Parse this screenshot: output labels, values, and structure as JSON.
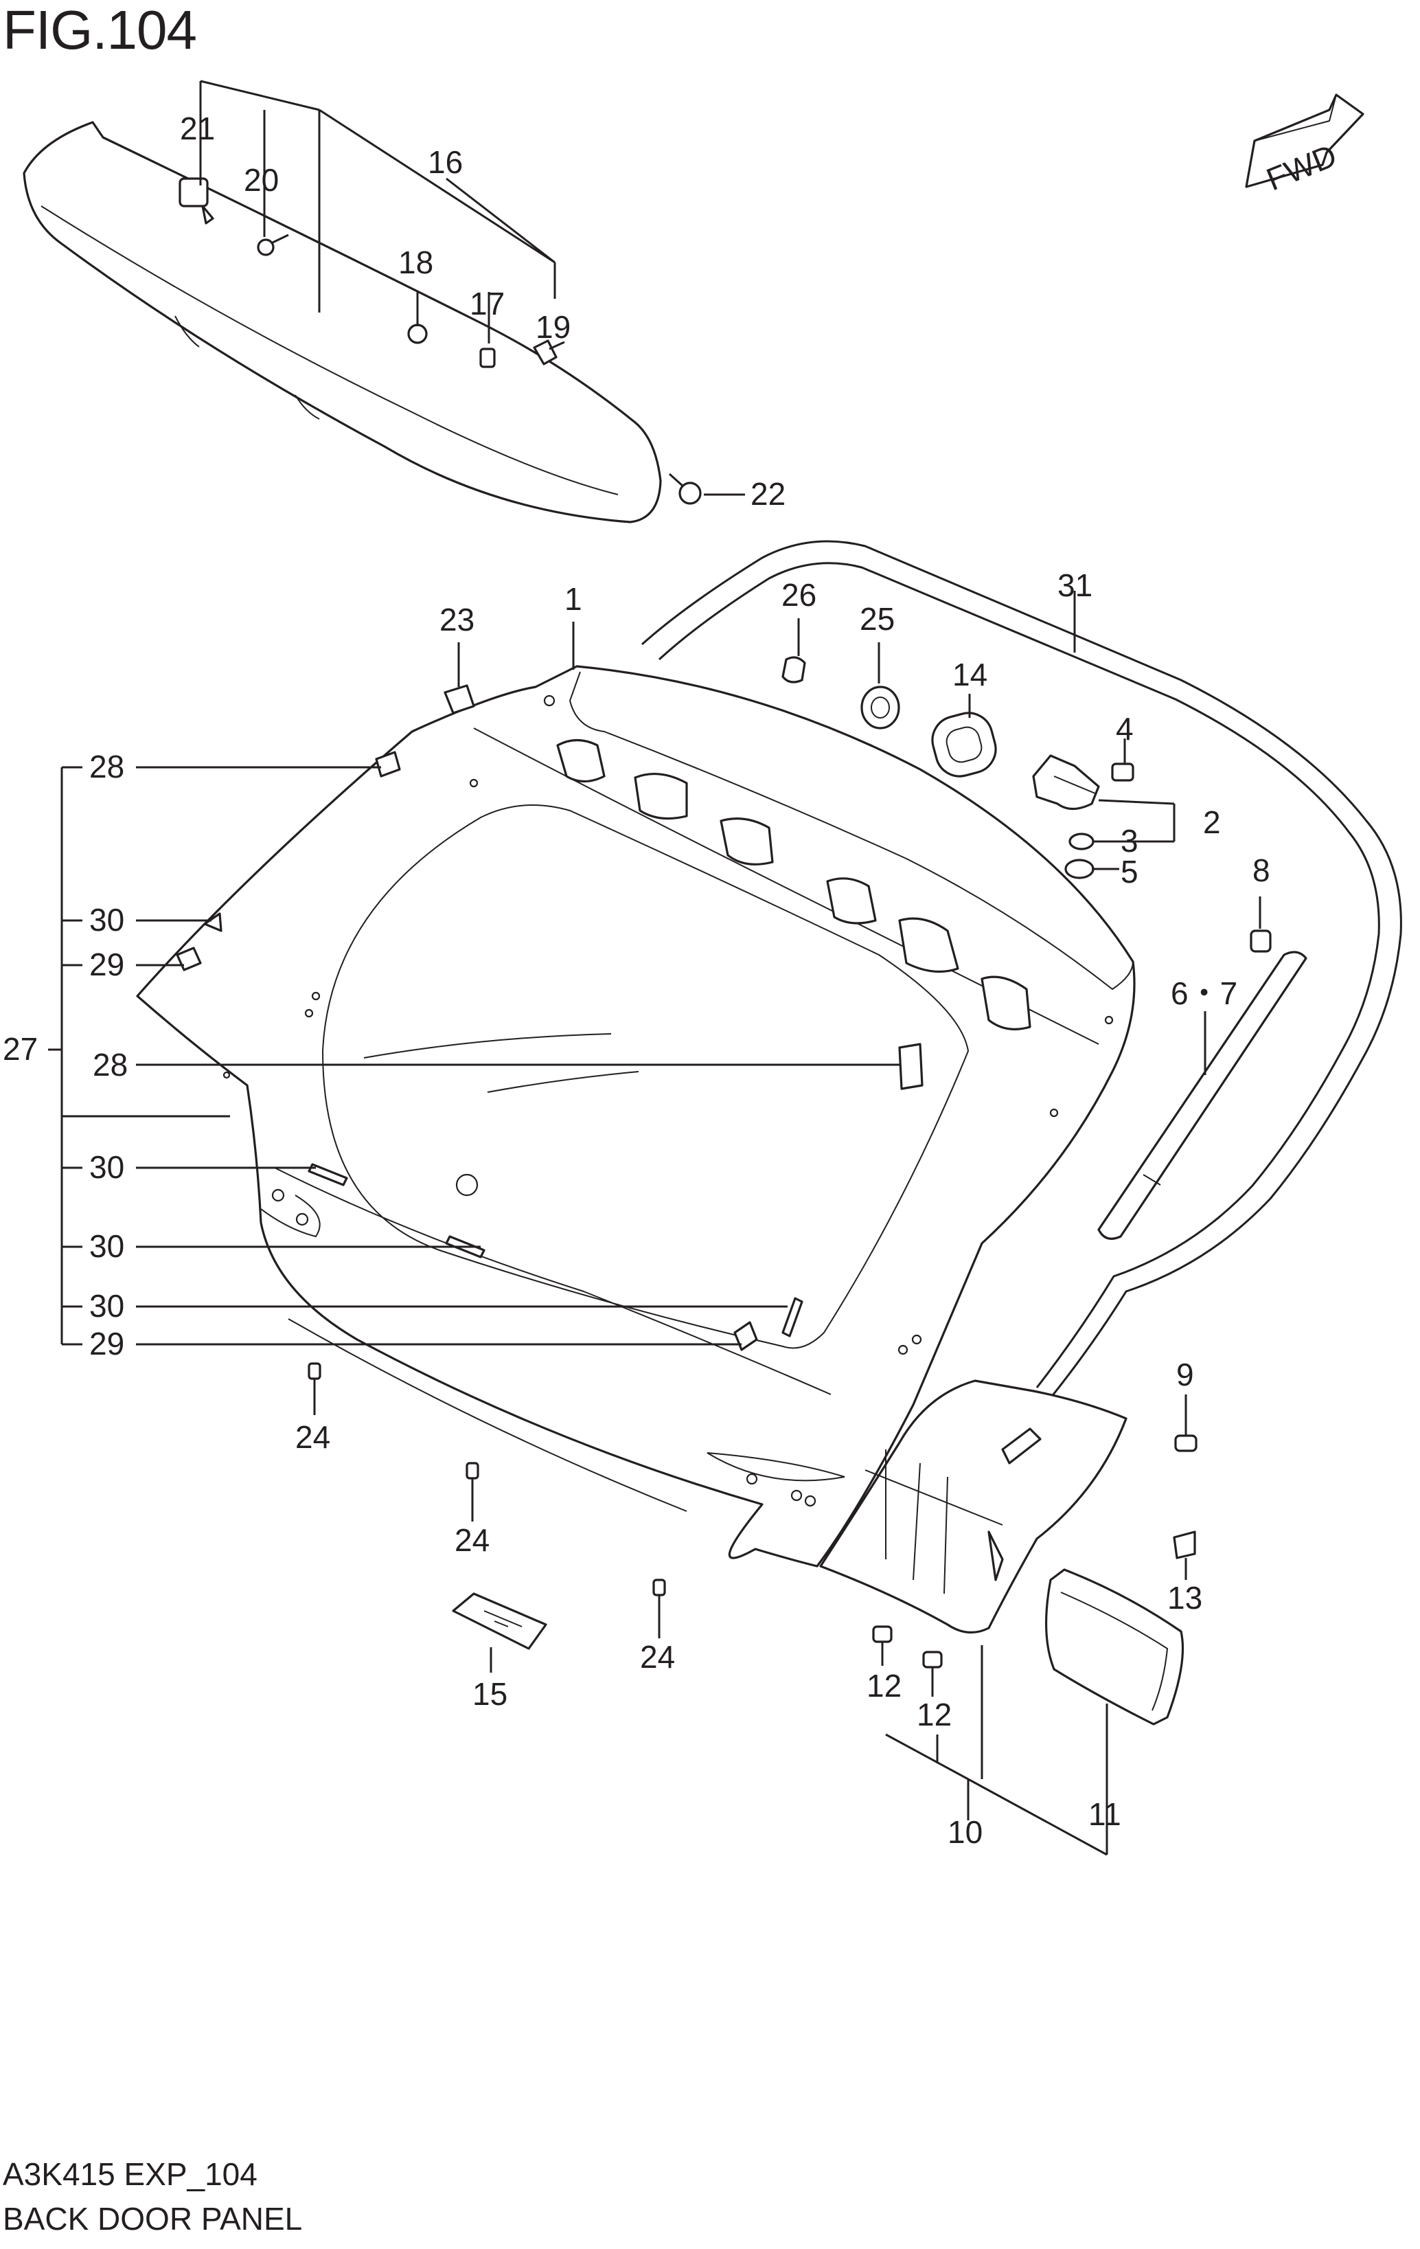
{
  "figure": {
    "title": "FIG.104",
    "code": "A3K415 EXP_104",
    "name": "BACK DOOR PANEL"
  },
  "direction_arrow": {
    "label": "FWD"
  },
  "callouts": {
    "c1": "1",
    "c2": "2",
    "c3": "3",
    "c4": "4",
    "c5": "5",
    "c67": "6・7",
    "c8": "8",
    "c9": "9",
    "c10": "10",
    "c11": "11",
    "c12a": "12",
    "c12b": "12",
    "c13": "13",
    "c14": "14",
    "c15": "15",
    "c16": "16",
    "c17": "17",
    "c18": "18",
    "c19": "19",
    "c20": "20",
    "c21": "21",
    "c22": "22",
    "c23": "23",
    "c24a": "24",
    "c24b": "24",
    "c24c": "24",
    "c25": "25",
    "c26": "26",
    "c27": "27",
    "c28a": "28",
    "c28b": "28",
    "c29a": "29",
    "c29b": "29",
    "c30a": "30",
    "c30b": "30",
    "c30c": "30",
    "c30d": "30",
    "c31": "31"
  },
  "icons": [
    "fwd-arrow-icon"
  ]
}
